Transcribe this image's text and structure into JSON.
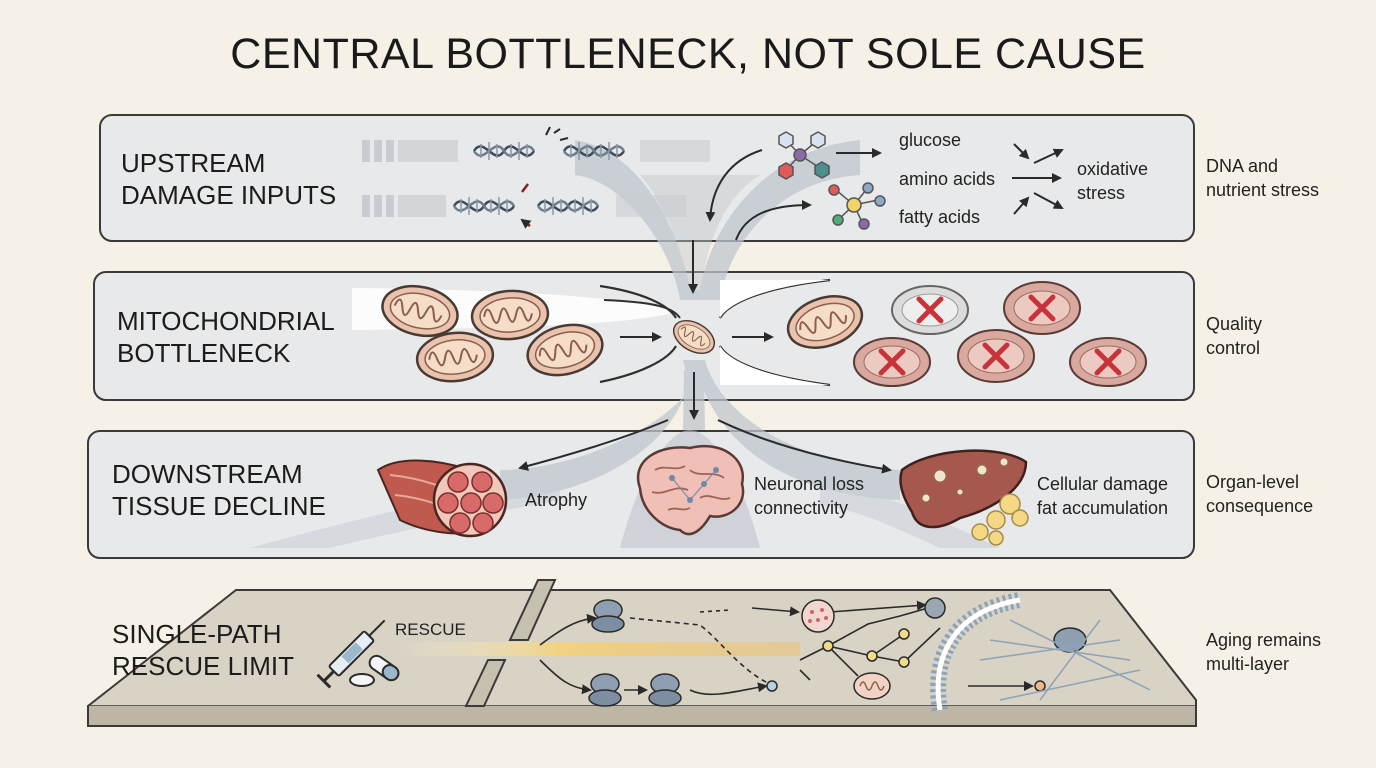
{
  "title": "CENTRAL BOTTLENECK, NOT SOLE CAUSE",
  "colors": {
    "background": "#f6f1e6",
    "panel": "#e8e9ea",
    "panel_border": "#3a3a3a",
    "mito_fill": "#e9c3ad",
    "damage_red": "#c8333a",
    "flow_gray": "#bcc4cc"
  },
  "rows": [
    {
      "label_lines": [
        "UPSTREAM",
        "DAMAGE INPUTS"
      ],
      "side_lines": [
        "DNA and",
        "nutrient stress"
      ]
    },
    {
      "label_lines": [
        "MITOCHONDRIAL",
        "BOTTLENECK"
      ],
      "side_lines": [
        "Quality",
        "control"
      ]
    },
    {
      "label_lines": [
        "DOWNSTREAM",
        "TISSUE DECLINE"
      ],
      "side_lines": [
        "Organ-level",
        "consequence"
      ]
    },
    {
      "label_lines": [
        "SINGLE-PATH",
        "RESCUE LIMIT"
      ],
      "side_lines": [
        "Aging remains",
        "multi-layer"
      ]
    }
  ],
  "nutrients": [
    "glucose",
    "amino acids",
    "fatty acids"
  ],
  "stress_label_lines": [
    "oxidative",
    "stress"
  ],
  "tissue_labels": {
    "muscle": "Atrophy",
    "brain_lines": [
      "Neuronal loss",
      "connectivity"
    ],
    "liver_lines": [
      "Cellular damage",
      "fat accumulation"
    ]
  },
  "rescue_label": "RESCUE",
  "icons": [
    "dna-helix-icon",
    "molecule-icon",
    "mitochondrion-icon",
    "damage-x-icon",
    "muscle-icon",
    "brain-icon",
    "liver-icon",
    "syringe-icon",
    "pill-icon",
    "membrane-icon"
  ]
}
